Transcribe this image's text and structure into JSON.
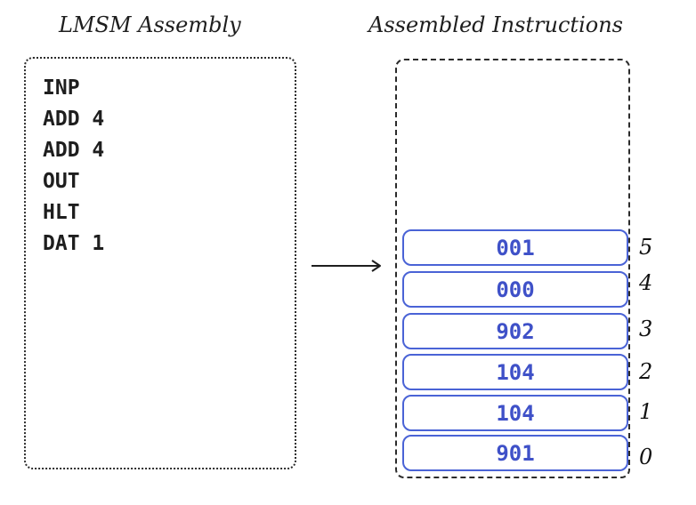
{
  "titles": {
    "left": "LMSM Assembly",
    "right": "Assembled Instructions"
  },
  "assembly": [
    "INP",
    "ADD 4",
    "ADD 4",
    "OUT",
    "HLT",
    "DAT 1"
  ],
  "memory": [
    {
      "address": "5",
      "value": "001"
    },
    {
      "address": "4",
      "value": "000"
    },
    {
      "address": "3",
      "value": "902"
    },
    {
      "address": "2",
      "value": "104"
    },
    {
      "address": "1",
      "value": "104"
    },
    {
      "address": "0",
      "value": "901"
    }
  ],
  "colors": {
    "cell_border": "#4a63d6",
    "cell_text": "#3f51c8",
    "ink": "#1e1e1e"
  }
}
